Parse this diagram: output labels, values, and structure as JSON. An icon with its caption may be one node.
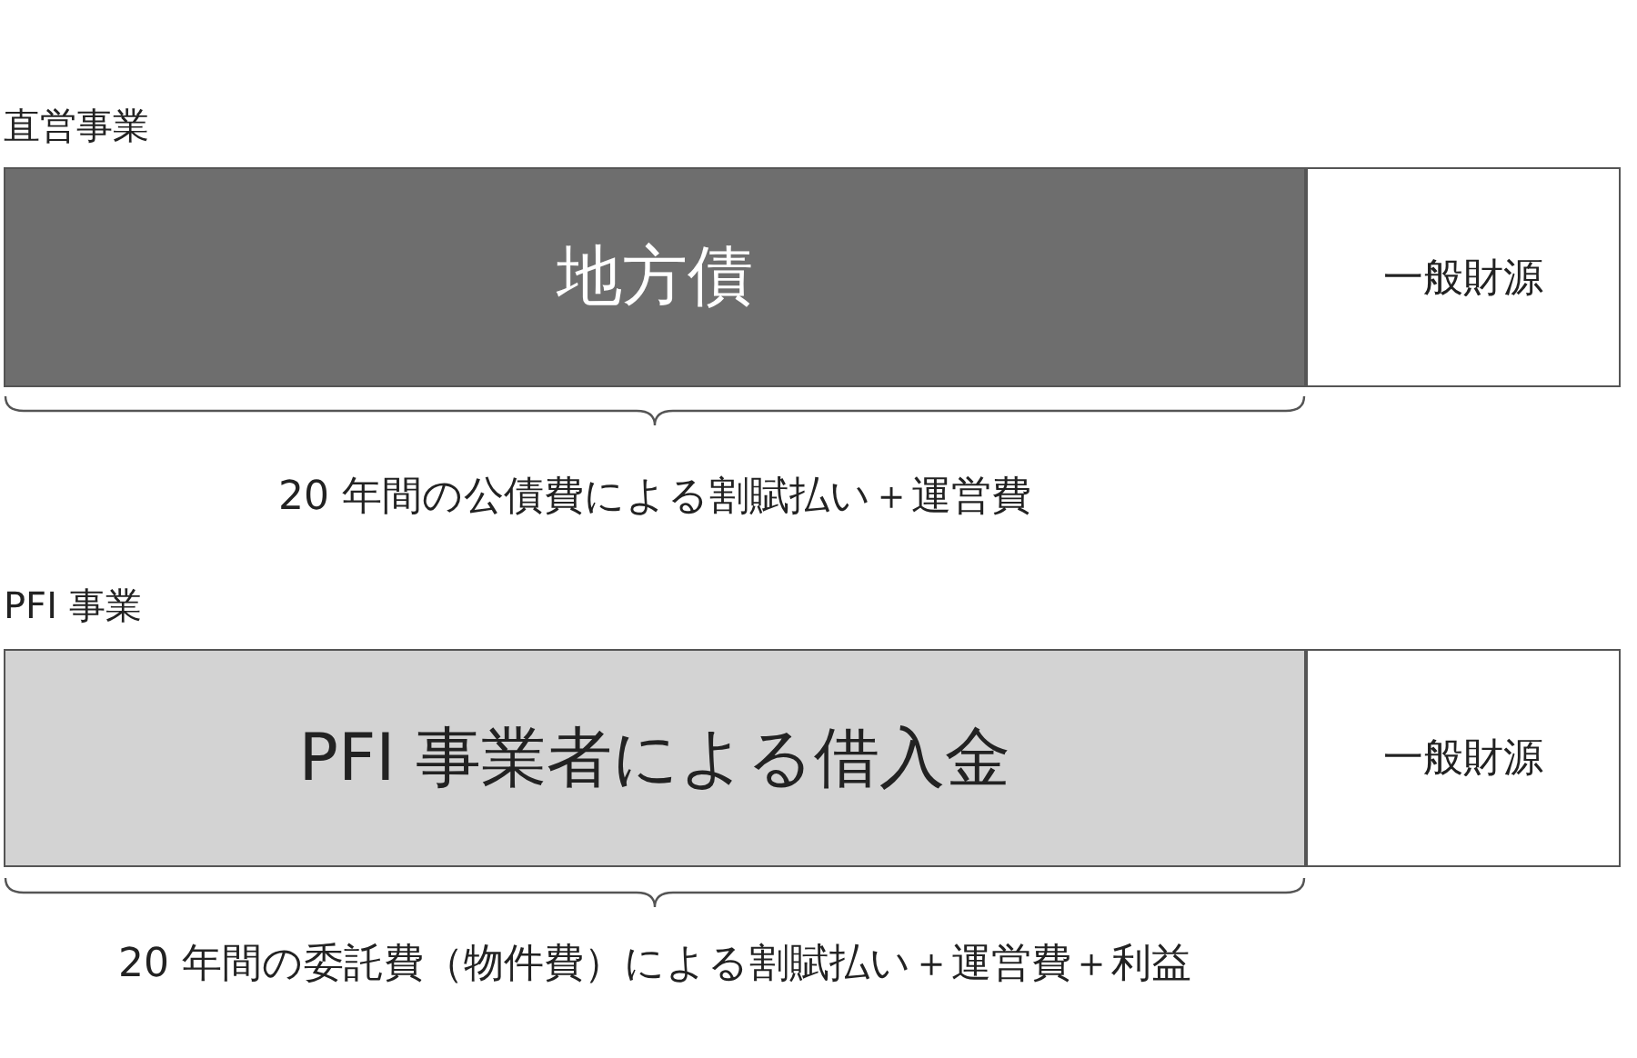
{
  "diagram": {
    "nodes": [
      {
        "text": [
          "地方債"
        ]
      },
      {
        "text": [
          "一般財源"
        ]
      },
      {
        "text": [
          "PFI 事業者による借入金"
        ]
      },
      {
        "text": [
          "一般財源"
        ]
      }
    ],
    "labels": [
      "直営事業",
      "20 年間の公債費による割賦払い＋運営費",
      "PFI 事業",
      "20 年間の委託費（物件費）による割賦払い＋運営費＋利益"
    ]
  }
}
